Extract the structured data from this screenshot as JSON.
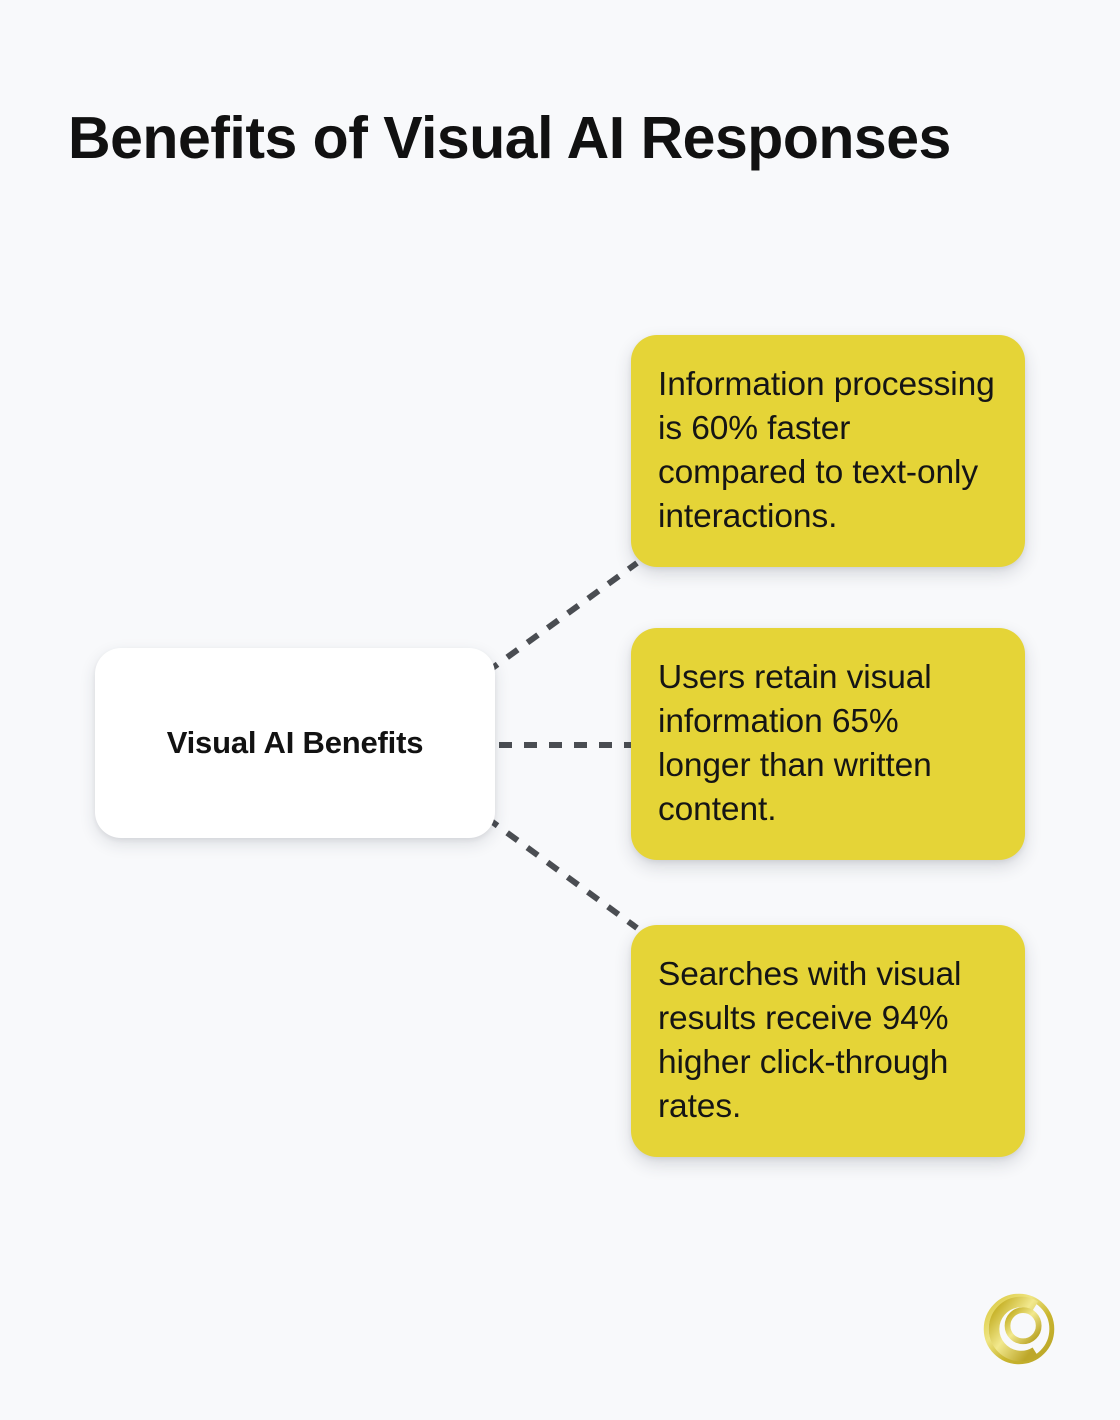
{
  "page": {
    "title": "Benefits of Visual AI Responses",
    "background_color": "#f8f9fb"
  },
  "diagram": {
    "type": "mind-map",
    "accent_color": "#e5d437",
    "connector_color": "#4a4d52",
    "connector_style": "dashed",
    "center_node": {
      "label": "Visual AI Benefits",
      "background_color": "#ffffff"
    },
    "branches": [
      {
        "id": "branch-processing-speed",
        "text": "Information processing is 60% faster compared to text-only interactions.",
        "background_color": "#e5d437",
        "stat": "60%"
      },
      {
        "id": "branch-retention",
        "text": "Users retain visual information 65% longer than written content.",
        "background_color": "#e5d437",
        "stat": "65%"
      },
      {
        "id": "branch-click-through",
        "text": "Searches with visual results receive 94% higher click-through rates.",
        "background_color": "#e5d437",
        "stat": "94%"
      }
    ]
  },
  "branding": {
    "logo_name": "cq-monogram-logo",
    "logo_color": "#c9b52e",
    "logo_highlight_color": "#e8dc6a"
  }
}
